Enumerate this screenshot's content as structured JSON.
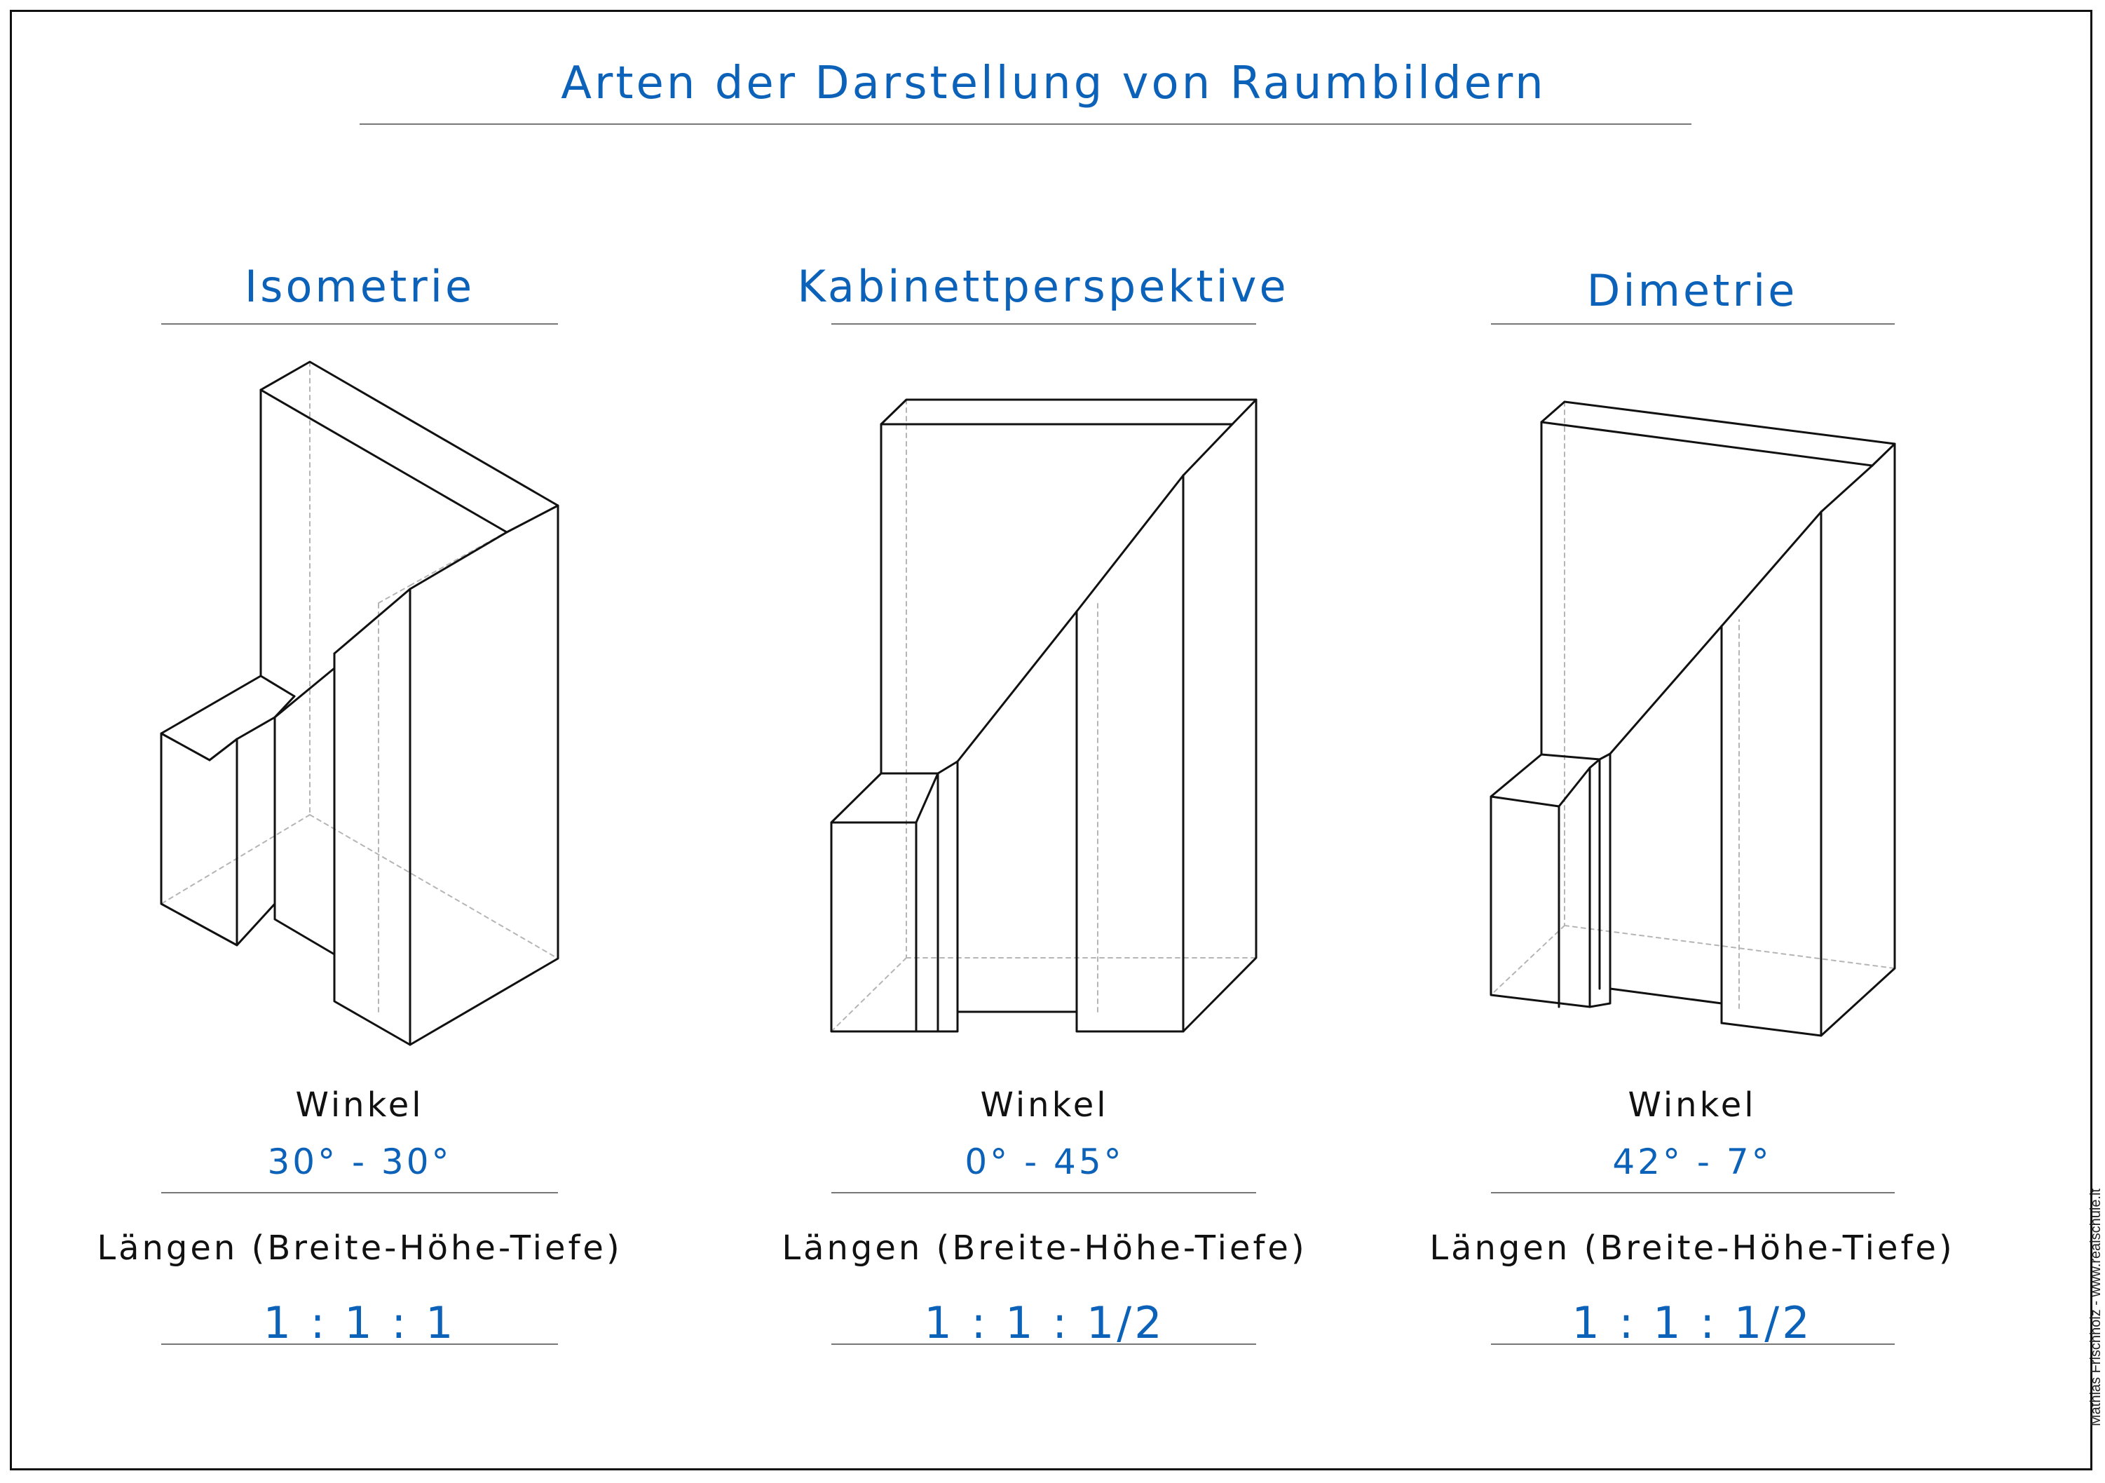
{
  "title": "Arten der Darstellung von Raumbildern",
  "credit": "Mathias Frischholz - www.realschule.it",
  "colors": {
    "accent": "#0b62b8",
    "line": "#111111",
    "hidden": "#b5b5b5",
    "rule": "#777777"
  },
  "labels": {
    "angle_heading": "Winkel",
    "lengths_heading": "Längen (Breite-Höhe-Tiefe)"
  },
  "projections": [
    {
      "name": "Isometrie",
      "angle": "30° - 30°",
      "ratio": "1 : 1 : 1"
    },
    {
      "name": "Kabinettperspektive",
      "angle": "0° - 45°",
      "ratio": "1 : 1 : 1/2"
    },
    {
      "name": "Dimetrie",
      "angle": "42° - 7°",
      "ratio": "1 : 1 : 1/2"
    }
  ]
}
